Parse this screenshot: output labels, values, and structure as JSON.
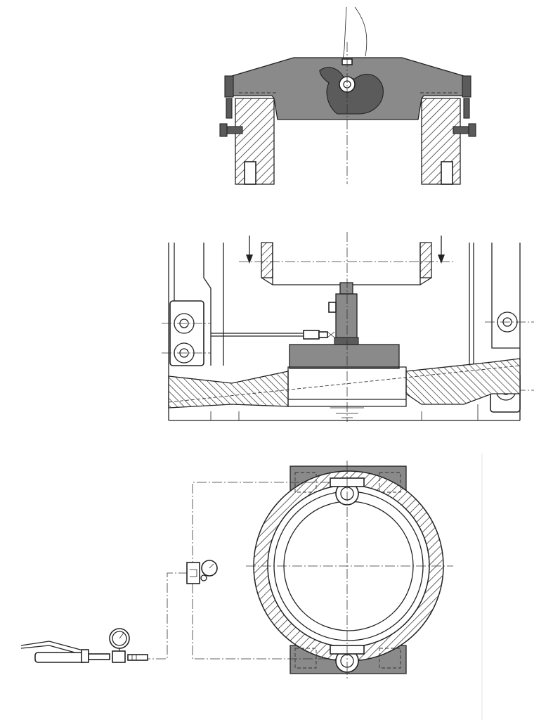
{
  "figure": {
    "panels": [
      "top-section",
      "middle-section",
      "bottom-plan"
    ],
    "colors": {
      "line": "#222222",
      "fill_grey": "#8a8a8a",
      "fill_dark": "#5b5b5b",
      "background": "#ffffff"
    }
  }
}
